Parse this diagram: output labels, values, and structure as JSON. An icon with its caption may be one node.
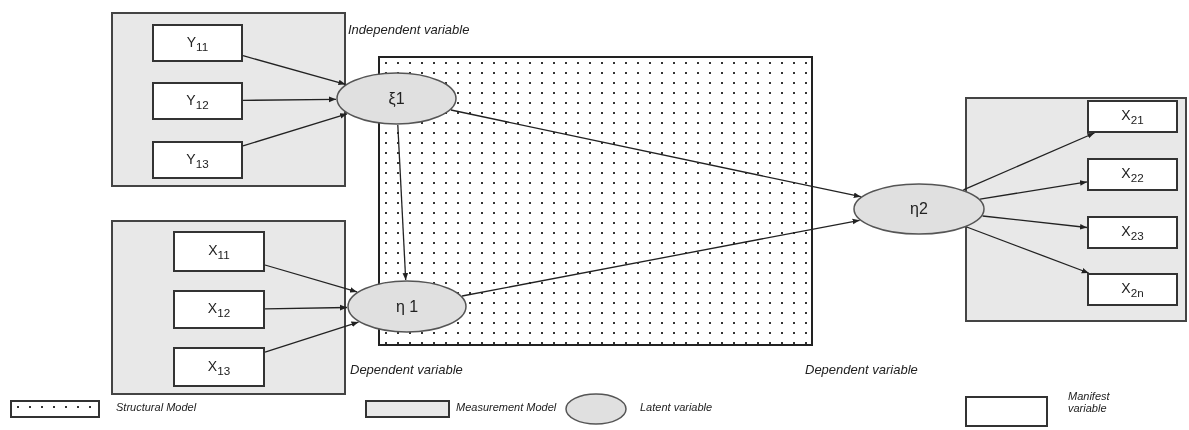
{
  "diagram": {
    "nodes": [
      {
        "text": [],
        "shape": "box"
      },
      {
        "text": [
          "Y$_{11}$"
        ],
        "in": 0
      },
      {
        "text": [
          "Y$_{12}$"
        ],
        "in": 0
      },
      {
        "text": [
          "Y$_{13}$"
        ],
        "in": 0
      },
      {
        "text": [],
        "shape": "box"
      },
      {
        "text": [
          "X$_{11}$"
        ],
        "in": 4
      },
      {
        "text": [
          "X$_{12}$"
        ],
        "in": 4
      },
      {
        "text": [
          "X$_{13}$"
        ],
        "in": 4
      },
      {
        "text": [
          "ξ1"
        ]
      },
      {
        "text": [
          "η 1"
        ]
      },
      {
        "text": [
          "η2"
        ]
      },
      {
        "text": [],
        "shape": "box"
      },
      {
        "text": [
          "X$_{21}$"
        ],
        "in": 11
      },
      {
        "text": [
          "X$_{22}$"
        ],
        "in": 11
      },
      {
        "text": [
          "X$_{23}$"
        ],
        "in": 11
      },
      {
        "text": [
          "X$_{2n}$"
        ],
        "in": 11
      }
    ],
    "edges": [
      {
        "from": 1,
        "to": 8,
        "arrow": "to"
      },
      {
        "from": 2,
        "to": 8,
        "arrow": "to"
      },
      {
        "from": 3,
        "to": 8,
        "arrow": "to"
      },
      {
        "from": 5,
        "to": 9,
        "arrow": "to"
      },
      {
        "from": 6,
        "to": 9,
        "arrow": "to"
      },
      {
        "from": 7,
        "to": 9,
        "arrow": "to"
      },
      {
        "from": 8,
        "to": 9,
        "arrow": "to"
      },
      {
        "from": 8,
        "to": 10,
        "arrow": "to"
      },
      {
        "from": 9,
        "to": 10,
        "arrow": "to"
      },
      {
        "from": 10,
        "to": 12,
        "arrow": "to"
      },
      {
        "from": 10,
        "to": 13,
        "arrow": "to"
      },
      {
        "from": 10,
        "to": 14,
        "arrow": "to"
      },
      {
        "from": 10,
        "to": 15,
        "arrow": "to"
      }
    ],
    "labels": [
      "Independent variable",
      "Dependent variable",
      "Dependent variable"
    ],
    "legend": [
      {
        "text": "Structural Model"
      },
      {
        "text": "Measurement  Model",
        "color": "#e8e8e8"
      },
      {
        "text": "Latent variable"
      },
      {
        "text": "Manifest variable",
        "color": "#ffffff"
      }
    ]
  }
}
